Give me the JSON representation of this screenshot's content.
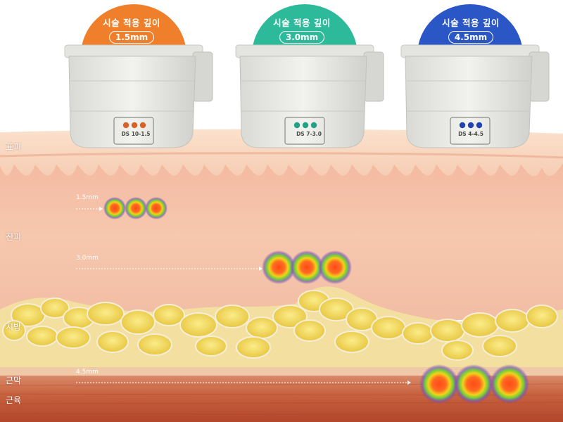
{
  "cartridges": [
    {
      "title": "시술 적용 깊이",
      "depth": "1.5mm",
      "model": "DS 10-1.5",
      "color": "#ef7f2a",
      "dot_color": "#d9622b"
    },
    {
      "title": "시술 적용 깊이",
      "depth": "3.0mm",
      "model": "DS 7-3.0",
      "color": "#2dba9a",
      "dot_color": "#23a085"
    },
    {
      "title": "시술 적용 깊이",
      "depth": "4.5mm",
      "model": "DS 4-4.5",
      "color": "#2b56c6",
      "dot_color": "#1f43b0"
    }
  ],
  "layers": {
    "epidermis": "표피",
    "dermis": "진피",
    "fat": "지방",
    "fascia": "근막",
    "muscle": "근육"
  },
  "depth_markers": {
    "d1": "1.5mm",
    "d2": "3.0mm",
    "d3": "4.5mm"
  }
}
